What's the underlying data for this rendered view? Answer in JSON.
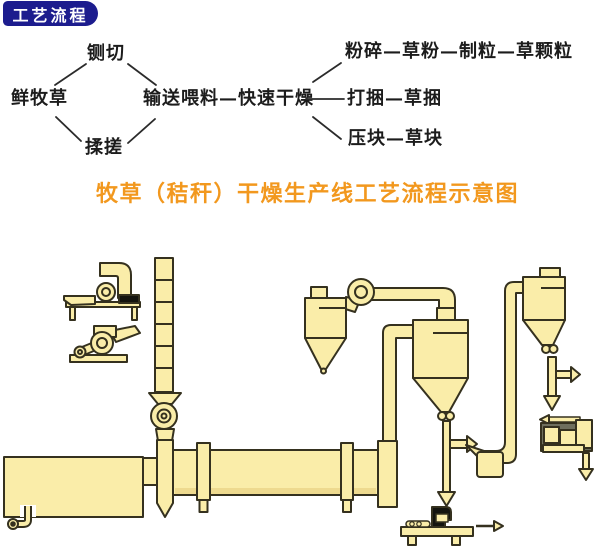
{
  "badge": {
    "label": "工艺流程",
    "bg": "#1c1c8e",
    "fg": "#ffffff"
  },
  "flowchart": {
    "chop": "铡切",
    "fresh_forage": "鲜牧草",
    "knead": "揉搓",
    "convey_dry": "输送喂料—快速干燥",
    "branch_pellet": "粉碎—草粉—制粒—草颗粒",
    "branch_bale": "打捆—草捆",
    "branch_block": "压块—草块"
  },
  "caption": {
    "text": "牧草（秸秆）干燥生产线工艺流程示意图",
    "color": "#f2981e"
  },
  "diagram": {
    "fill_color": "#faeda9",
    "stroke_color": "#35311f",
    "machine_icons": [
      "chopper-machine-icon",
      "shredder-machine-icon",
      "bucket-elevator-icon",
      "rotary-airlock-valve-icon",
      "combustion-furnace-icon",
      "burner-icon",
      "rotary-drum-dryer-icon",
      "fines-cyclone-icon",
      "exhaust-fan-icon",
      "main-cyclone-icon",
      "product-cyclone-icon",
      "collector-bin-icon",
      "bagging-station-icon",
      "block-press-icon",
      "flow-arrow-icon"
    ]
  }
}
